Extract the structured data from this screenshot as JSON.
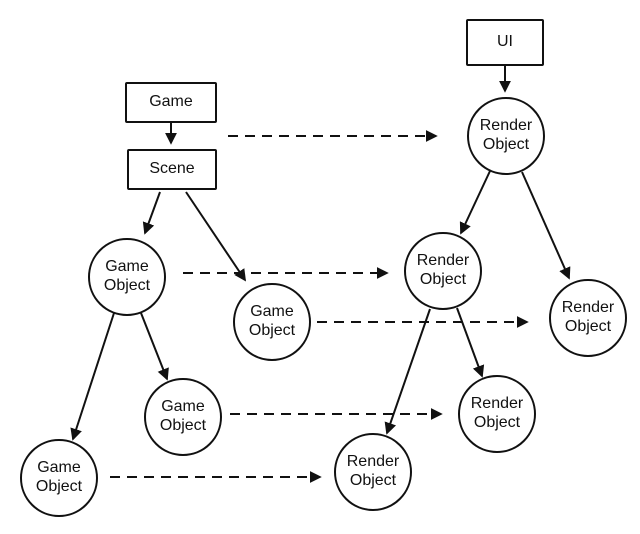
{
  "colors": {
    "background": "#ffffff",
    "stroke": "#111111",
    "text": "#111111"
  },
  "diagram": {
    "nodes": [
      {
        "id": "game",
        "label": "Game",
        "shape": "rect"
      },
      {
        "id": "scene",
        "label": "Scene",
        "shape": "rect"
      },
      {
        "id": "ui",
        "label": "UI",
        "shape": "rect"
      },
      {
        "id": "game-object-1",
        "label": "Game Object",
        "shape": "circle"
      },
      {
        "id": "game-object-2",
        "label": "Game Object",
        "shape": "circle"
      },
      {
        "id": "game-object-3",
        "label": "Game Object",
        "shape": "circle"
      },
      {
        "id": "game-object-4",
        "label": "Game Object",
        "shape": "circle"
      },
      {
        "id": "render-object-1",
        "label": "Render Object",
        "shape": "circle"
      },
      {
        "id": "render-object-2",
        "label": "Render Object",
        "shape": "circle"
      },
      {
        "id": "render-object-3",
        "label": "Render Object",
        "shape": "circle"
      },
      {
        "id": "render-object-4",
        "label": "Render Object",
        "shape": "circle"
      },
      {
        "id": "render-object-5",
        "label": "Render Object",
        "shape": "circle"
      }
    ],
    "edges": [
      {
        "from": "game",
        "to": "scene",
        "style": "solid"
      },
      {
        "from": "ui",
        "to": "render-object-1",
        "style": "solid"
      },
      {
        "from": "scene",
        "to": "game-object-1",
        "style": "solid"
      },
      {
        "from": "scene",
        "to": "game-object-2",
        "style": "solid"
      },
      {
        "from": "game-object-1",
        "to": "game-object-4",
        "style": "solid"
      },
      {
        "from": "game-object-1",
        "to": "game-object-3",
        "style": "solid"
      },
      {
        "from": "render-object-1",
        "to": "render-object-2",
        "style": "solid"
      },
      {
        "from": "render-object-1",
        "to": "render-object-3",
        "style": "solid"
      },
      {
        "from": "render-object-2",
        "to": "render-object-4",
        "style": "solid"
      },
      {
        "from": "render-object-2",
        "to": "render-object-5",
        "style": "solid"
      },
      {
        "from": "scene",
        "to": "render-object-1",
        "style": "dashed"
      },
      {
        "from": "game-object-1",
        "to": "render-object-2",
        "style": "dashed"
      },
      {
        "from": "game-object-2",
        "to": "render-object-3",
        "style": "dashed"
      },
      {
        "from": "game-object-3",
        "to": "render-object-5",
        "style": "dashed"
      },
      {
        "from": "game-object-4",
        "to": "render-object-4",
        "style": "dashed"
      }
    ]
  }
}
